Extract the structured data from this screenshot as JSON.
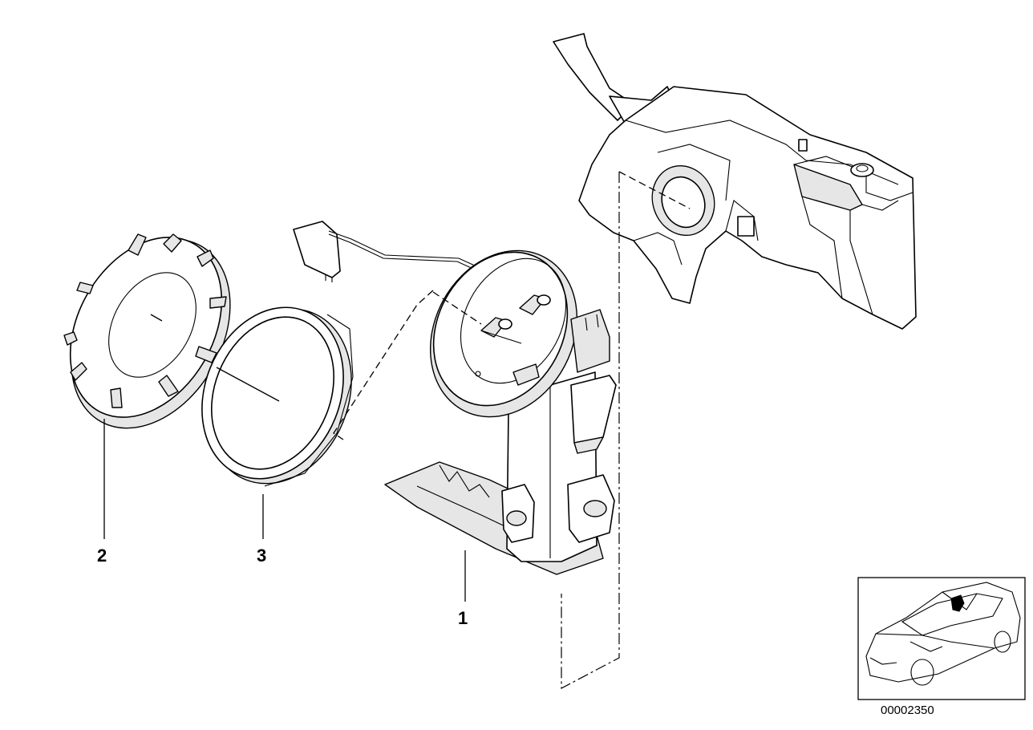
{
  "diagram": {
    "callouts": [
      {
        "id": "1",
        "label": "1"
      },
      {
        "id": "2",
        "label": "2"
      },
      {
        "id": "3",
        "label": "3"
      }
    ],
    "reference_number": "00002350",
    "colors": {
      "line": "#000000",
      "background": "#ffffff",
      "shade": "#e6e6e6"
    }
  }
}
